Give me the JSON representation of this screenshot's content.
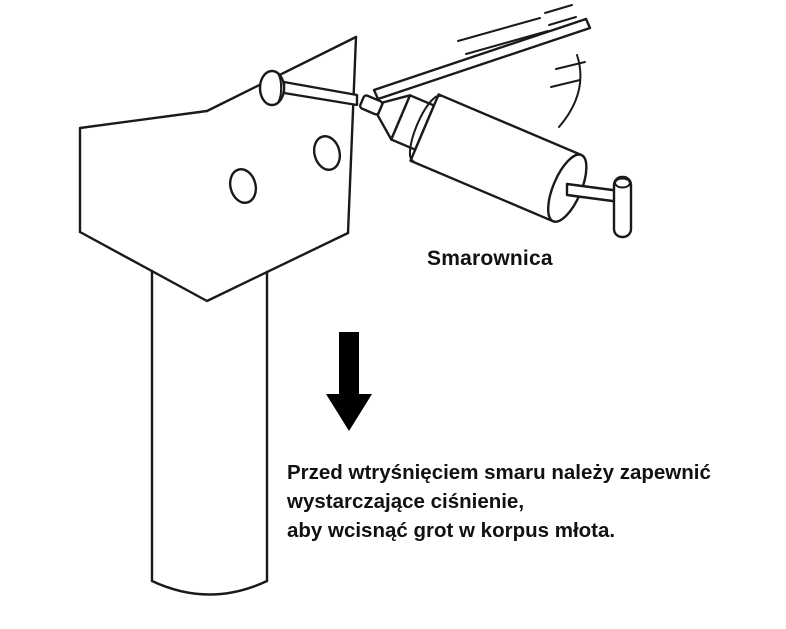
{
  "diagram": {
    "gun_label": "Smarownica",
    "caption": {
      "line1": "Przed wtryśnięciem smaru należy zapewnić",
      "line2": "wystarczające ciśnienie,",
      "line3": "aby wcisnąć grot w korpus młota."
    },
    "colors": {
      "line": "#1a1a1a",
      "background": "#ffffff",
      "arrow_fill": "#000000"
    }
  }
}
